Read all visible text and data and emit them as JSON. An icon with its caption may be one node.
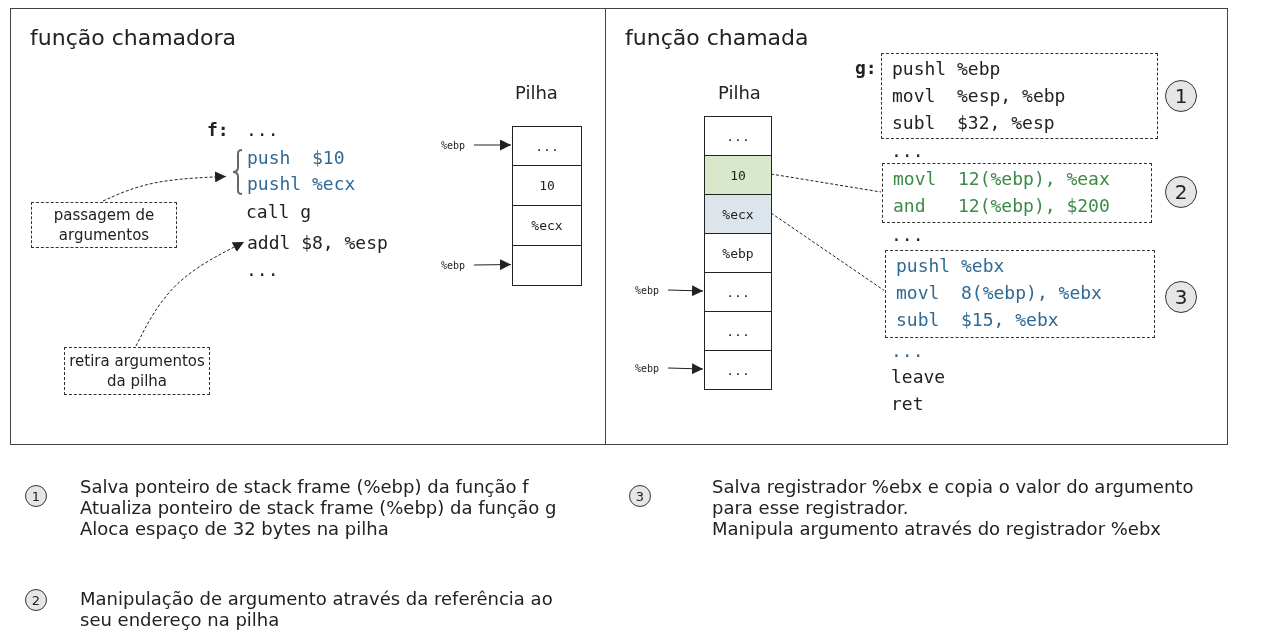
{
  "diagram": {
    "nodes": [
      {
        "text": [
          "função chamadora"
        ]
      },
      {
        "text": [
          "função chamada"
        ]
      },
      {
        "text": [
          "passagem de argumentos"
        ],
        "in": 0
      },
      {
        "text": [
          "retira argumentos da pilha"
        ],
        "in": 0
      },
      {
        "text": [
          "push  $10",
          "pushl %ecx"
        ],
        "in": 0
      },
      {
        "text": [
          "addl $8, %esp"
        ],
        "in": 0
      },
      {
        "text": [
          "..."
        ],
        "in": 0
      },
      {
        "text": [
          "10"
        ],
        "in": 0
      },
      {
        "text": [
          "%ecx"
        ],
        "in": 0
      },
      {
        "text": [],
        "shape": "box",
        "in": 0
      },
      {
        "text": [
          "%ebp"
        ],
        "in": 0
      },
      {
        "text": [
          "%ebp"
        ],
        "in": 0
      },
      {
        "text": [
          "..."
        ],
        "in": 1
      },
      {
        "text": [
          "10"
        ],
        "in": 1
      },
      {
        "text": [
          "%ecx"
        ],
        "in": 1
      },
      {
        "text": [
          "%ebp"
        ],
        "in": 1
      },
      {
        "text": [
          "..."
        ],
        "in": 1
      },
      {
        "text": [
          "..."
        ],
        "in": 1
      },
      {
        "text": [
          "..."
        ],
        "in": 1
      },
      {
        "text": [
          "%ebp"
        ],
        "in": 1
      },
      {
        "text": [
          "%ebp"
        ],
        "in": 1
      },
      {
        "text": [
          "pushl %ebp",
          "movl  %esp, %ebp",
          "subl  $32, %esp"
        ],
        "in": 1
      },
      {
        "text": [
          "movl  12(%ebp), %eax",
          "and   12(%ebp), $200"
        ],
        "in": 1
      },
      {
        "text": [
          "pushl %ebx",
          "movl  8(%ebp), %ebx",
          "subl  $15, %ebx"
        ],
        "in": 1
      },
      {
        "text": [
          "1"
        ],
        "in": 1
      },
      {
        "text": [
          "2"
        ],
        "in": 1
      },
      {
        "text": [
          "3"
        ],
        "in": 1
      },
      {
        "text": [
          "1"
        ],
        "beside": [
          "Salva ponteiro de stack frame (%ebp) da função f",
          "Atualiza ponteiro de stack frame (%ebp) da função g",
          "Aloca espaço de 32 bytes na pilha"
        ]
      },
      {
        "text": [
          "3"
        ],
        "beside": [
          "Salva registrador %ebx e copia o valor do argumento para esse registrador.",
          "Manipula argumento através do registrador %ebx"
        ]
      },
      {
        "text": [
          "2"
        ],
        "beside": [
          "Manipulação de argumento através da referência ao seu endereço na pilha"
        ]
      }
    ],
    "edges": [
      {
        "from": 2,
        "to": 4,
        "arrow": "to",
        "style": "dashed"
      },
      {
        "from": 3,
        "to": 5,
        "arrow": "to",
        "style": "dashed"
      },
      {
        "from": 10,
        "to": 6,
        "arrow": "to"
      },
      {
        "from": 11,
        "to": 9,
        "arrow": "to"
      },
      {
        "from": 19,
        "to": 16,
        "arrow": "to"
      },
      {
        "from": 20,
        "to": 18,
        "arrow": "to"
      },
      {
        "from": 13,
        "to": 22,
        "arrow": "none",
        "style": "dashed"
      },
      {
        "from": 14,
        "to": 23,
        "arrow": "none",
        "style": "dashed"
      }
    ],
    "labels": [
      "Pilha",
      "f:",
      "...",
      "call g",
      "...",
      "g:",
      "Pilha",
      "...",
      "...",
      "...",
      "leave",
      "ret"
    ]
  }
}
